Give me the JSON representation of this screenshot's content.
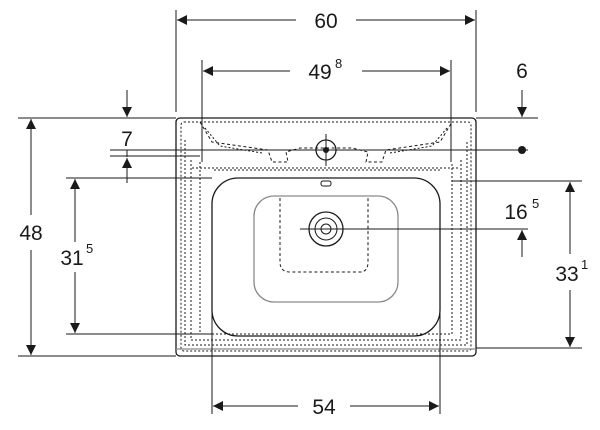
{
  "dimensions": {
    "overall_width": {
      "main": "60",
      "sup": ""
    },
    "inner_width": {
      "main": "49",
      "sup": "8"
    },
    "rim_offset": {
      "main": "6",
      "sup": ""
    },
    "tap_offset": {
      "main": "7",
      "sup": ""
    },
    "overall_depth": {
      "main": "48",
      "sup": ""
    },
    "bowl_depth_left": {
      "main": "31",
      "sup": "5"
    },
    "drain_offset": {
      "main": "16",
      "sup": "5"
    },
    "bowl_depth_right": {
      "main": "33",
      "sup": "1"
    },
    "bowl_width": {
      "main": "54",
      "sup": ""
    }
  }
}
